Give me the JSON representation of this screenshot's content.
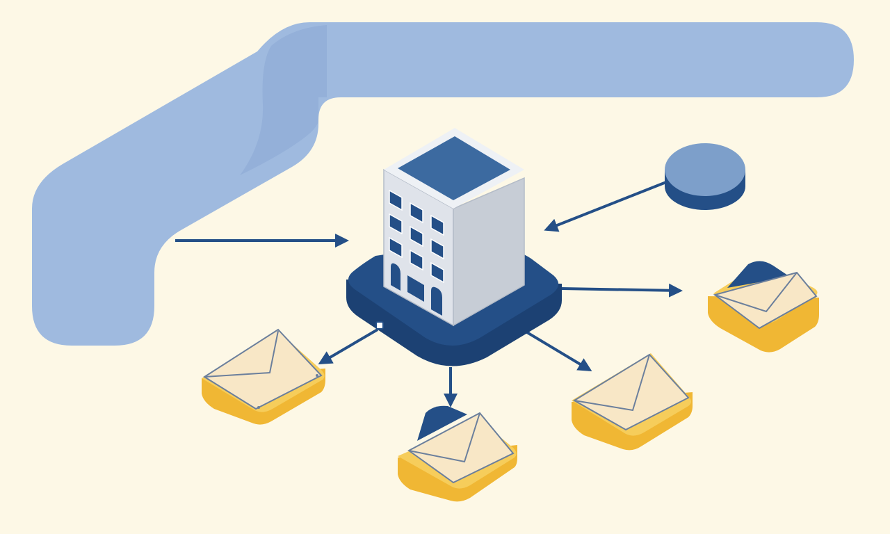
{
  "colors": {
    "background": "#fdf8e6",
    "channel": "#9fbadf",
    "channel_shadow": "#8aa8d4",
    "navy": "#244f87",
    "navy_dark": "#1c4173",
    "navy_top": "#3c6aa0",
    "building_left": "#dfe3ea",
    "building_right": "#c7cdd6",
    "building_top_rim": "#eef1f5",
    "envelope_paper": "#f8e7c6",
    "envelope_edge": "#6b7f9c",
    "tile_side": "#f0b734",
    "tile_side_dark": "#e3a423",
    "tile_top": "#f6cd5b",
    "disc_top": "#7d9fca",
    "disc_side": "#244f87"
  },
  "diagram": {
    "nodes": [
      {
        "id": "inbound-channel",
        "shape": "wide-band",
        "icon": "channel-band"
      },
      {
        "id": "central-building",
        "shape": "isometric-building-on-base",
        "icon": "building-icon"
      },
      {
        "id": "source-disc",
        "shape": "disc",
        "icon": "database-disc-icon"
      },
      {
        "id": "envelope-right",
        "shape": "envelope-tile",
        "icon": "envelope-icon"
      },
      {
        "id": "envelope-left",
        "shape": "envelope-tile",
        "icon": "envelope-icon"
      },
      {
        "id": "envelope-bottom",
        "shape": "envelope-tile",
        "icon": "envelope-icon"
      },
      {
        "id": "envelope-bottom-right",
        "shape": "envelope-tile",
        "icon": "envelope-icon"
      }
    ],
    "edges": [
      {
        "from": "inbound-channel",
        "to": "central-building"
      },
      {
        "from": "source-disc",
        "to": "central-building"
      },
      {
        "from": "central-building",
        "to": "envelope-right"
      },
      {
        "from": "central-building",
        "to": "envelope-left"
      },
      {
        "from": "central-building",
        "to": "envelope-bottom"
      },
      {
        "from": "central-building",
        "to": "envelope-bottom-right"
      }
    ]
  }
}
